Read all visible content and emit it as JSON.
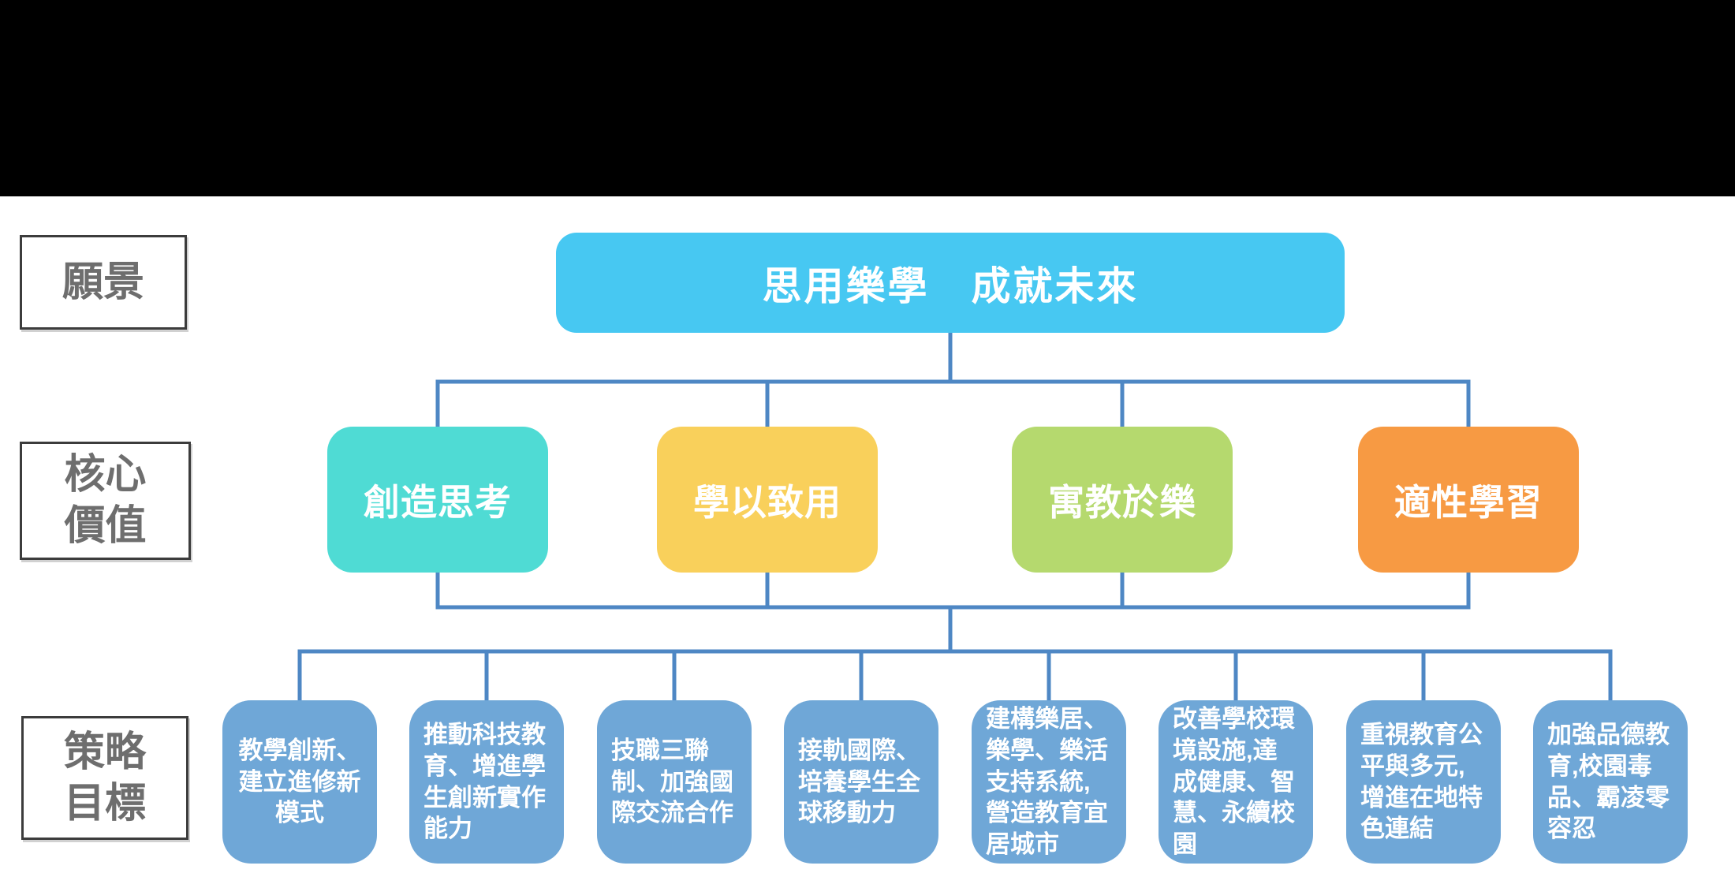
{
  "top_bar": {
    "color": "#000000"
  },
  "labels": {
    "vision": "願景",
    "core_values": "核心\n價值",
    "strategy_goals": "策略\n目標"
  },
  "vision": {
    "title": "思用樂學　成就未來",
    "color": "#47C8F2"
  },
  "core_values": {
    "items": [
      {
        "label": "創造思考",
        "color": "#4FDBD4"
      },
      {
        "label": "學以致用",
        "color": "#F9D05B"
      },
      {
        "label": "寓教於樂",
        "color": "#B5D96E"
      },
      {
        "label": "適性學習",
        "color": "#F79A43"
      }
    ]
  },
  "strategy": {
    "box_color": "#6FA7D7",
    "items": [
      {
        "text": "教學創新、\n建立進修新\n模式",
        "align": "center"
      },
      {
        "text": "推動科技教\n育、增進學\n生創新實作\n能力",
        "align": "left"
      },
      {
        "text": "技職三聯\n制、加強國\n際交流合作",
        "align": "left"
      },
      {
        "text": "接軌國際、\n培養學生全\n球移動力",
        "align": "left"
      },
      {
        "text": "建構樂居、\n樂學、樂活\n支持系統,\n營造教育宜\n居城市",
        "align": "left"
      },
      {
        "text": "改善學校環\n境設施,達\n成健康、智\n慧、永續校\n園",
        "align": "left"
      },
      {
        "text": "重視教育公\n平與多元,\n增進在地特\n色連結",
        "align": "left"
      },
      {
        "text": "加強品德教\n育,校園毒\n品、霸凌零\n容忍",
        "align": "left"
      }
    ]
  },
  "colors": {
    "connector": "#4E87C4",
    "label_border": "#3c3c3c",
    "label_text": "#6e6e6e"
  }
}
